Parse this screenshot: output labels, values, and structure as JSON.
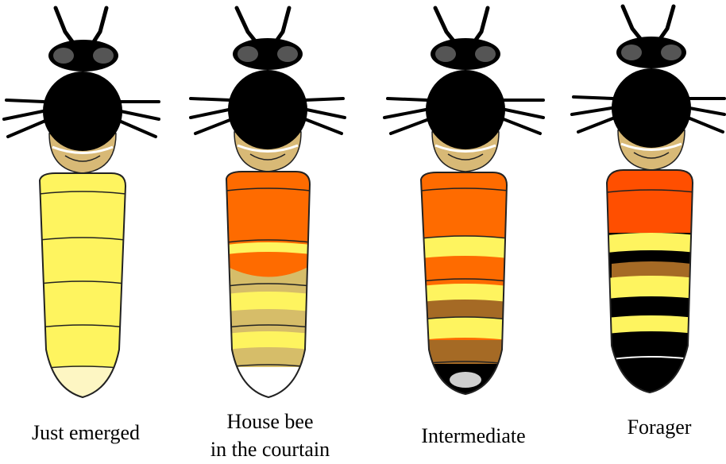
{
  "stages": [
    {
      "label_lines": [
        "Just emerged"
      ]
    },
    {
      "label_lines": [
        "House bee",
        "in the courtain"
      ]
    },
    {
      "label_lines": [
        "Intermediate"
      ]
    },
    {
      "label_lines": [
        "Forager"
      ]
    }
  ],
  "colors": {
    "black": "#000000",
    "eye_gray": "#555555",
    "tan": "#d8b976",
    "yellow": "#fef45f",
    "pale_yellow": "#fdf6c3",
    "orange": "#fe6b00",
    "dark_orange": "#ff4f00",
    "olive_tan": "#d6bd69",
    "brown": "#a56a25",
    "white": "#ffffff",
    "gray": "#cfcfcf",
    "outline": "#222222"
  }
}
